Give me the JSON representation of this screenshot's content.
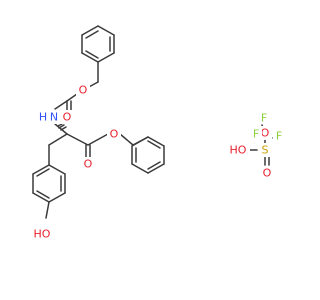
{
  "labels": {
    "n_label": "N",
    "h_label": "H",
    "o_carbamate_carbonyl": "O",
    "o_carbamate_ether": "O",
    "o_ester_carbonyl": "O",
    "o_ester_ether": "O",
    "phenol_label": "HO",
    "triflic_ho": "HO",
    "s_label": "S",
    "so_top": "O",
    "so_bottom": "O",
    "f_left": "F",
    "f_top": "F",
    "f_right": "F"
  },
  "colors": {
    "bond": "#3a3a3a",
    "oxygen": "#e8212d",
    "nitrogen": "#3050f8",
    "sulfur": "#c8a000",
    "fluorine": "#8fcf3f"
  }
}
